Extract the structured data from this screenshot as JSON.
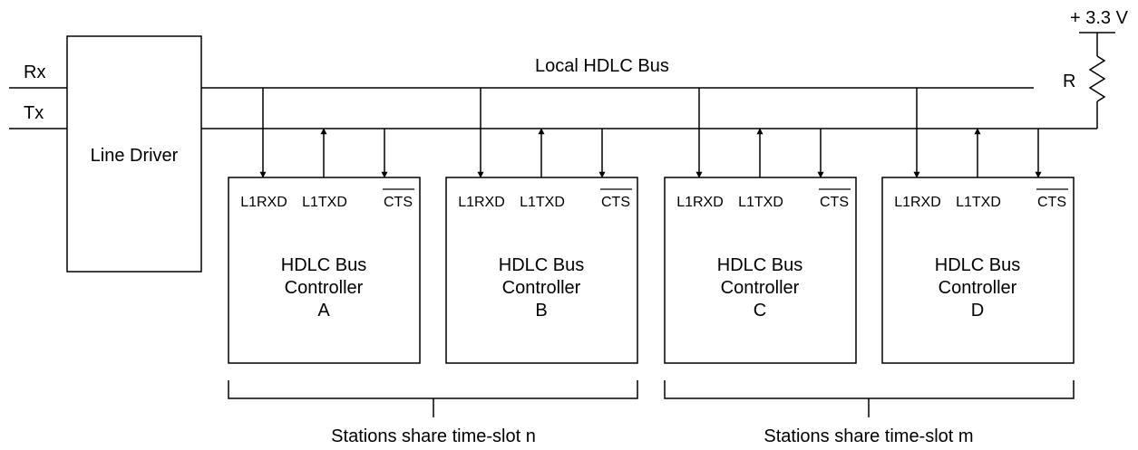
{
  "diagram": {
    "supply_label": "+ 3.3 V",
    "resistor_label": "R",
    "bus_label": "Local HDLC Bus",
    "rx_label": "Rx",
    "tx_label": "Tx",
    "line_driver_label": "Line Driver",
    "controllers": [
      {
        "pins": [
          "L1RXD",
          "L1TXD",
          "CTS"
        ],
        "name_lines": [
          "HDLC Bus",
          "Controller",
          "A"
        ]
      },
      {
        "pins": [
          "L1RXD",
          "L1TXD",
          "CTS"
        ],
        "name_lines": [
          "HDLC Bus",
          "Controller",
          "B"
        ]
      },
      {
        "pins": [
          "L1RXD",
          "L1TXD",
          "CTS"
        ],
        "name_lines": [
          "HDLC Bus",
          "Controller",
          "C"
        ]
      },
      {
        "pins": [
          "L1RXD",
          "L1TXD",
          "CTS"
        ],
        "name_lines": [
          "HDLC Bus",
          "Controller",
          "D"
        ]
      }
    ],
    "groups": [
      {
        "label": "Stations share time-slot n"
      },
      {
        "label": "Stations share time-slot m"
      }
    ]
  }
}
